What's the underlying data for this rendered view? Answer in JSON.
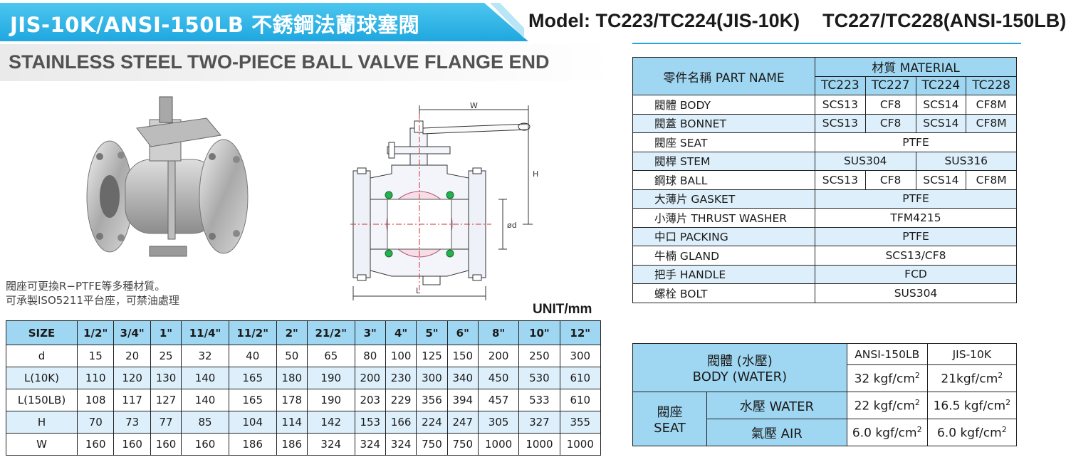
{
  "header": {
    "title": "JIS-10K/ANSI-150LB  不銹鋼法蘭球塞閥",
    "model_a": "Model: TC223/TC224(JIS-10K)",
    "model_b": "TC227/TC228(ANSI-150LB)",
    "subtitle": "STAINLESS STEEL TWO-PIECE BALL VALVE  FLANGE END"
  },
  "drawing": {
    "w": "W",
    "h": "H",
    "l": "L",
    "d": "ød"
  },
  "notes": {
    "line1": "閥座可更換R−PTFE等多種材質。",
    "line2": "可承製ISO5211平台座，可禁油處理"
  },
  "unit": "UNIT/mm",
  "dimensions": {
    "header_label": "SIZE",
    "sizes": [
      "1/2\"",
      "3/4\"",
      "1\"",
      "11/4\"",
      "11/2\"",
      "2\"",
      "21/2\"",
      "3\"",
      "4\"",
      "5\"",
      "6\"",
      "8\"",
      "10\"",
      "12\""
    ],
    "rows": [
      {
        "label": "d",
        "values": [
          "15",
          "20",
          "25",
          "32",
          "40",
          "50",
          "65",
          "80",
          "100",
          "125",
          "150",
          "200",
          "250",
          "300"
        ]
      },
      {
        "label": "L(10K)",
        "values": [
          "110",
          "120",
          "130",
          "140",
          "165",
          "180",
          "190",
          "200",
          "230",
          "300",
          "340",
          "450",
          "530",
          "610"
        ]
      },
      {
        "label": "L(150LB)",
        "values": [
          "108",
          "117",
          "127",
          "140",
          "165",
          "178",
          "190",
          "203",
          "229",
          "356",
          "394",
          "457",
          "533",
          "610"
        ]
      },
      {
        "label": "H",
        "values": [
          "70",
          "73",
          "77",
          "85",
          "104",
          "114",
          "142",
          "153",
          "166",
          "224",
          "247",
          "305",
          "327",
          "355"
        ]
      },
      {
        "label": "W",
        "values": [
          "160",
          "160",
          "160",
          "160",
          "186",
          "186",
          "324",
          "324",
          "324",
          "750",
          "750",
          "1000",
          "1000",
          "1000"
        ]
      }
    ]
  },
  "materials": {
    "part_header": "零件名稱  PART NAME",
    "material_header": "材質  MATERIAL",
    "models": [
      "TC223",
      "TC227",
      "TC224",
      "TC228"
    ],
    "parts": [
      {
        "name": "閥體  BODY",
        "values": [
          "SCS13",
          "CF8",
          "SCS14",
          "CF8M"
        ]
      },
      {
        "name": "閥蓋  BONNET",
        "values": [
          "SCS13",
          "CF8",
          "SCS14",
          "CF8M"
        ]
      },
      {
        "name": "閥座  SEAT",
        "all": "PTFE"
      },
      {
        "name": "閥桿  STEM",
        "pair": [
          "SUS304",
          "SUS316"
        ]
      },
      {
        "name": "鋼球  BALL",
        "values": [
          "SCS13",
          "CF8",
          "SCS14",
          "CF8M"
        ]
      },
      {
        "name": "大薄片  GASKET",
        "all": "PTFE"
      },
      {
        "name": "小薄片  THRUST WASHER",
        "all": "TFM4215"
      },
      {
        "name": "中口  PACKING",
        "all": "PTFE"
      },
      {
        "name": "牛楠  GLAND",
        "all": "SCS13/CF8"
      },
      {
        "name": "把手  HANDLE",
        "all": "FCD"
      },
      {
        "name": "螺栓  BOLT",
        "all": "SUS304"
      }
    ]
  },
  "pressure": {
    "col_ansi": "ANSI-150LB",
    "col_jis": "JIS-10K",
    "body_zh": "閥體 (水壓)",
    "body_en": "BODY (WATER)",
    "body_ansi": "32 kgf/cm",
    "body_jis": "21kgf/cm",
    "seat_zh": "閥座",
    "seat_en": "SEAT",
    "water_label": "水壓  WATER",
    "water_ansi": "22 kgf/cm",
    "water_jis": "16.5 kgf/cm",
    "air_label": "氣壓  AIR",
    "air_ansi": "6.0 kgf/cm",
    "air_jis": "6.0 kgf/cm",
    "exp": "2"
  }
}
